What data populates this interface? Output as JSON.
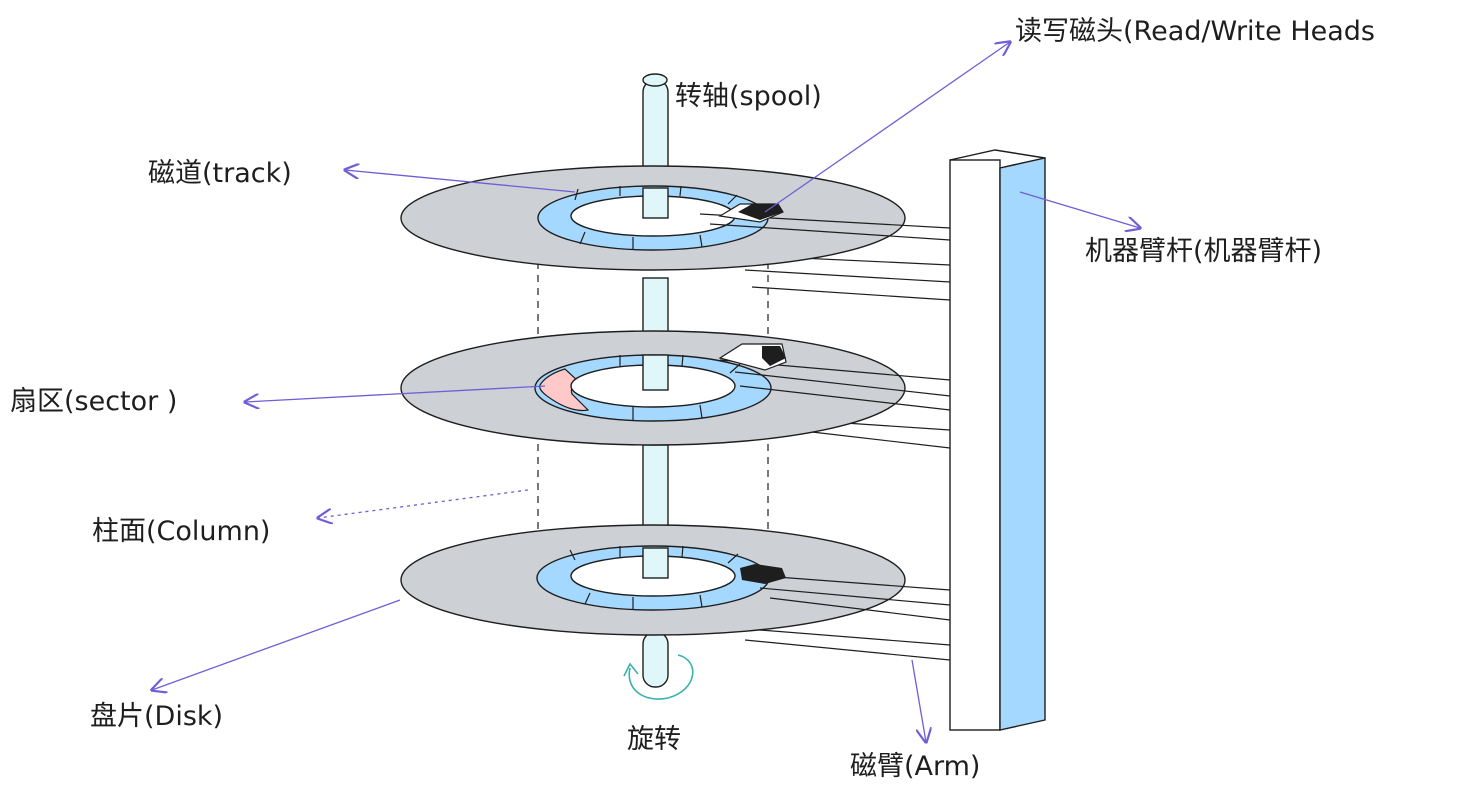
{
  "labels": {
    "heads": "读写磁头(Read/Write Heads",
    "spool": "转轴(spool)",
    "track": "磁道(track)",
    "arm_bar": "机器臂杆(机器臂杆)",
    "sector": "扇区(sector )",
    "column": "柱面(Column)",
    "disk": "盘片(Disk)",
    "rotate": "旋转",
    "arm": "磁臂(Arm)"
  },
  "colors": {
    "platter": "#cdd0d5",
    "track": "#a5d8ff",
    "sector": "#ffc9c9",
    "spindle": "#e0f7fa",
    "arm_bar": "#a5d8ff",
    "head": "#1e1e1e",
    "arrow": "#6f5ed7",
    "rotate_arrow": "#38b2ac",
    "stroke": "#1e1e1e"
  }
}
